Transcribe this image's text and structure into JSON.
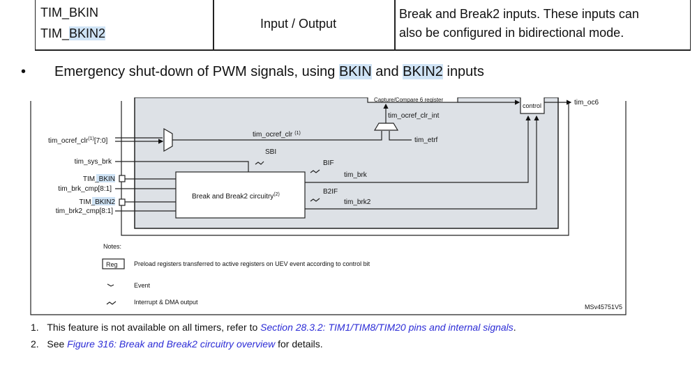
{
  "table": {
    "signal_lines": [
      "TIM_BKIN",
      "TIM_",
      "BKIN2"
    ],
    "type": "Input / Output",
    "description_lines": [
      "Break and Break2 inputs. These inputs can",
      "also be configured in bidirectional mode."
    ]
  },
  "bullet": {
    "before": "Emergency shut-down of PWM signals, using ",
    "hl1": "BKIN",
    "mid": " and ",
    "hl2": "BKIN2",
    "after": " inputs"
  },
  "diagram": {
    "register_label": "Capture/Compare 6 register",
    "control_label": "control",
    "output_label": "tim_oc6",
    "ocref_int_label": "tim_ocref_clr_int",
    "etrf_label": "tim_etrf",
    "ocref_in_label": "tim_ocref_clr",
    "ocref_in_sup": "(1)",
    "ocref_in_range": "[7:0]",
    "ocref_mid_label": "tim_ocref_clr",
    "ocref_mid_sup": "(1)",
    "sys_brk_label": "tim_sys_brk",
    "bkin_prefix": "TIM_",
    "bkin_hl": "BKIN",
    "brk_cmp_label": "tim_brk_cmp[8:1]",
    "bkin2_prefix": "TIM_",
    "bkin2_hl": "BKIN2",
    "brk2_cmp_label": "tim_brk2_cmp[8:1]",
    "block_label": "Break and Break2 circuitry",
    "block_sup": "(2)",
    "sbi_label": "SBI",
    "bif_label": "BIF",
    "b2if_label": "B2IF",
    "brk_label": "tim_brk",
    "brk2_label": "tim_brk2",
    "notes_title": "Notes:",
    "reg_box": "Reg",
    "reg_note": "Preload registers transferred to active registers on UEV event according to control bit",
    "event_note": "Event",
    "interrupt_note": "Interrupt & DMA output",
    "figure_id": "MSv45751V5",
    "fill_color": "#dde1e6",
    "highlight_color": "#cfe3f5"
  },
  "footnotes": [
    {
      "num": "1.",
      "text": "This feature is not available on all timers, refer to ",
      "link": "Section 28.3.2: TIM1/TIM8/TIM20 pins and internal signals",
      "after": "."
    },
    {
      "num": "2.",
      "text": "See ",
      "link": "Figure 316: Break and Break2 circuitry overview",
      "after": " for details."
    }
  ]
}
